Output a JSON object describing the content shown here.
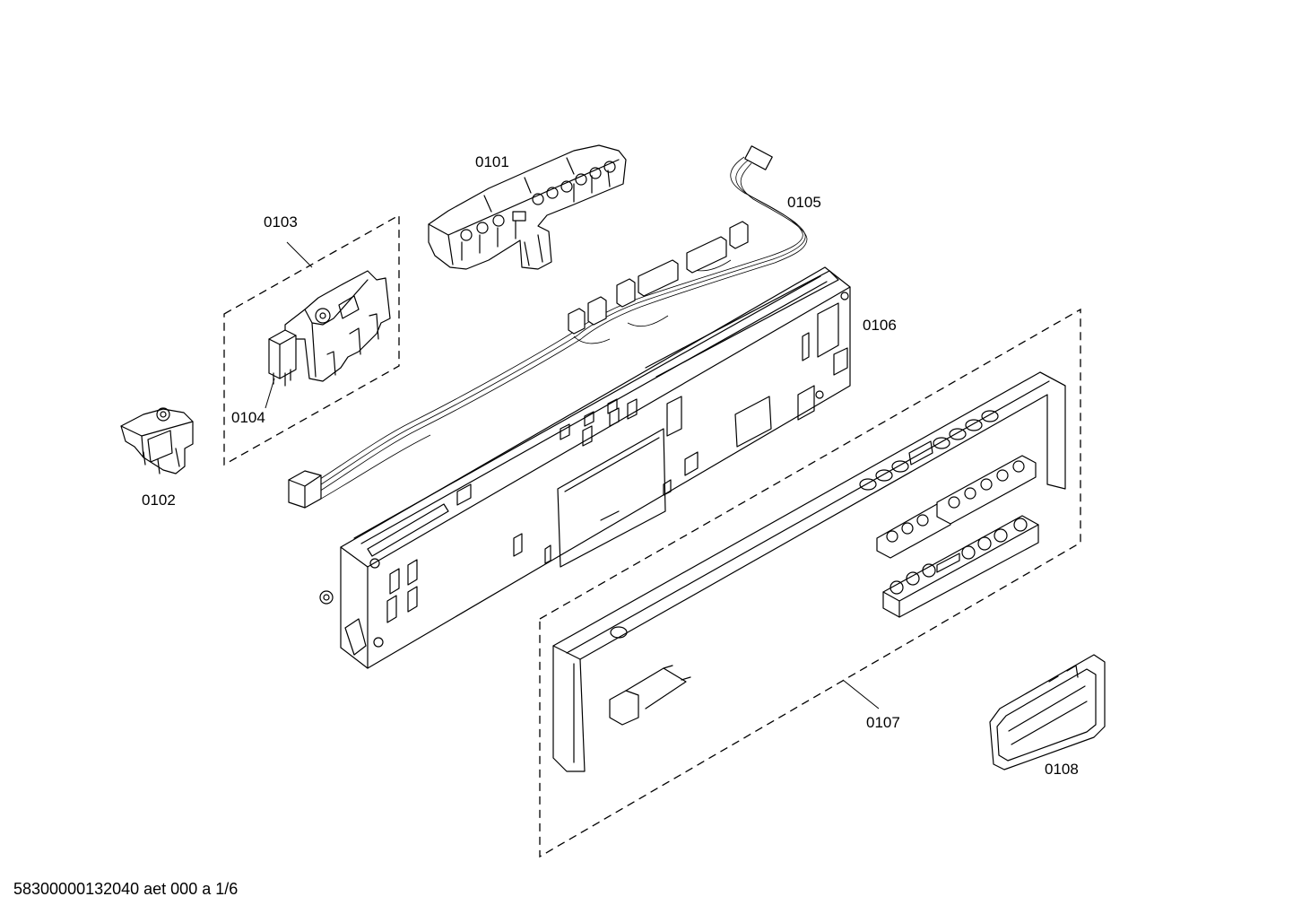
{
  "diagram": {
    "parts": [
      {
        "id": "p0101",
        "label": "0101"
      },
      {
        "id": "p0102",
        "label": "0102"
      },
      {
        "id": "p0103",
        "label": "0103"
      },
      {
        "id": "p0104",
        "label": "0104"
      },
      {
        "id": "p0105",
        "label": "0105"
      },
      {
        "id": "p0106",
        "label": "0106"
      },
      {
        "id": "p0107",
        "label": "0107"
      },
      {
        "id": "p0108",
        "label": "0108"
      }
    ]
  },
  "footer": {
    "drawing_code": "58300000132040 aet 000 a 1/6"
  }
}
